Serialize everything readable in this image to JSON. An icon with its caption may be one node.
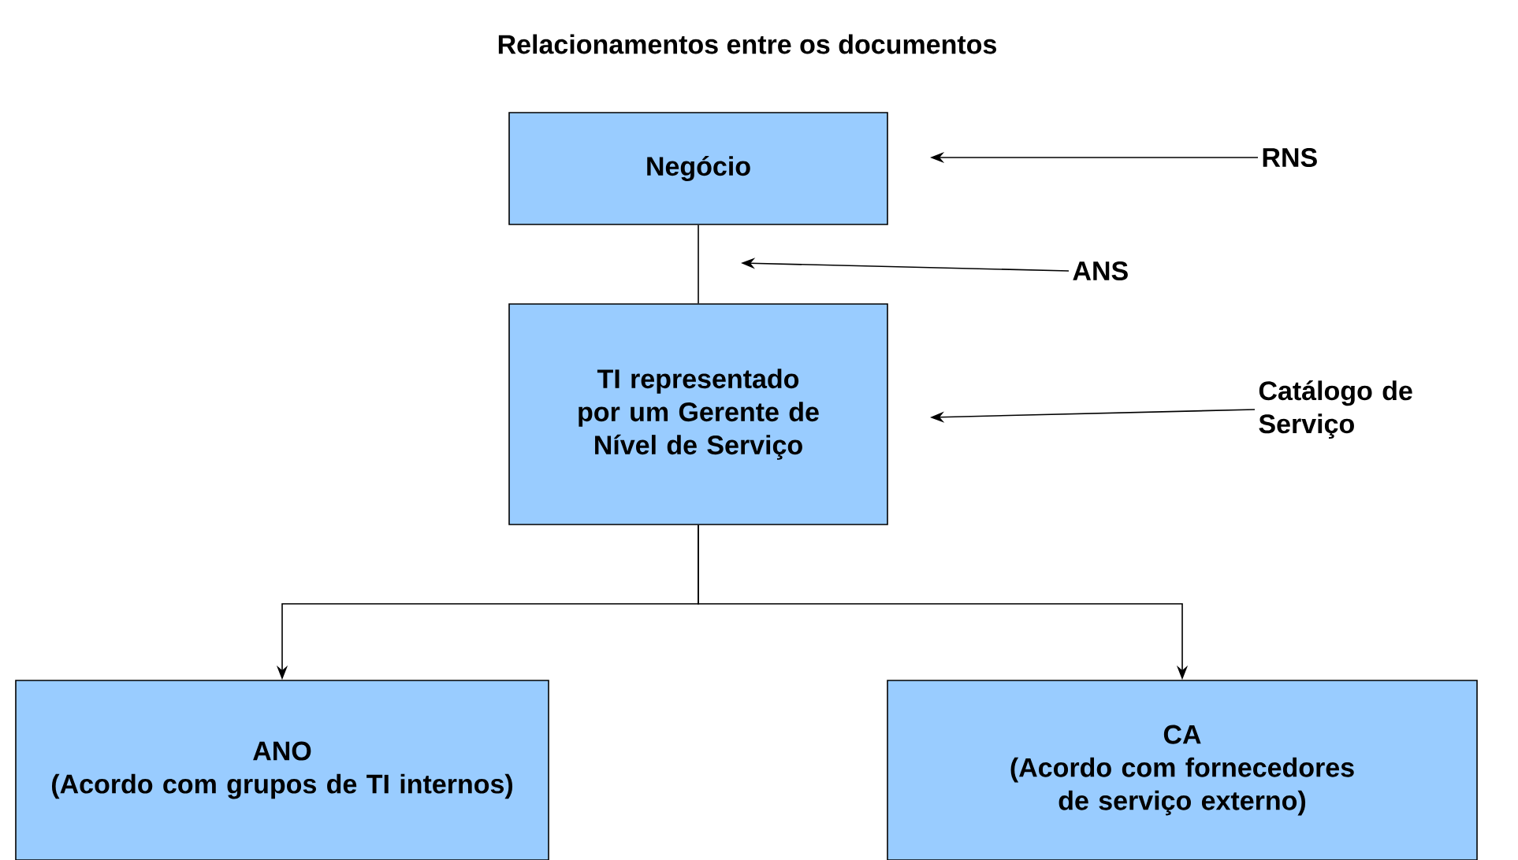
{
  "diagram": {
    "title": "Relacionamentos entre os documentos",
    "nodes": [
      {
        "text": [
          "Negócio"
        ]
      },
      {
        "text": [
          "TI representado por um Gerente de Nível de Serviço"
        ]
      },
      {
        "text": [
          "ANO",
          "(Acordo com grupos de TI internos)"
        ]
      },
      {
        "text": [
          "CA",
          "(Acordo com fornecedores de serviço externo)"
        ]
      },
      {
        "text": [
          "RNS"
        ]
      },
      {
        "text": [
          "ANS"
        ]
      },
      {
        "text": [
          "Catálogo de Serviço"
        ]
      }
    ],
    "edges": [
      {
        "from": 0,
        "to": 1,
        "arrow": "none"
      },
      {
        "from": 1,
        "to": 2,
        "arrow": "to"
      },
      {
        "from": 1,
        "to": 3,
        "arrow": "to"
      },
      {
        "from": 4,
        "to": 0,
        "arrow": "to"
      },
      {
        "from": 5,
        "to": null,
        "arrow": "to"
      },
      {
        "from": 6,
        "to": 1,
        "arrow": "to"
      }
    ]
  }
}
